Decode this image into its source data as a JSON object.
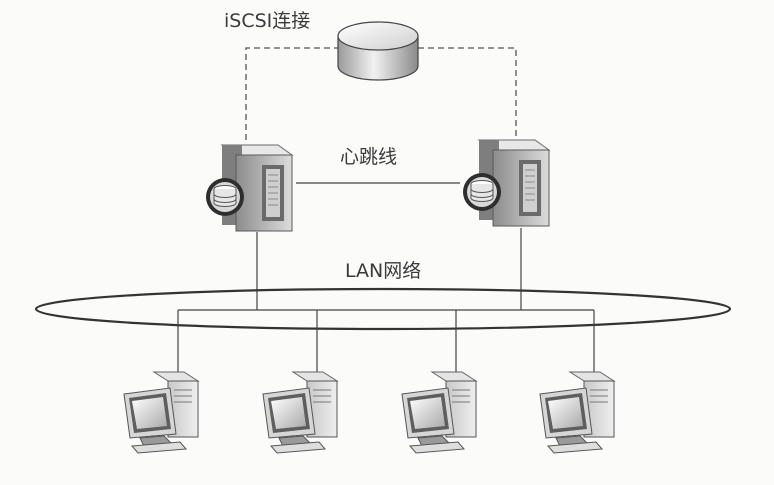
{
  "labels": {
    "iscsi": "iSCSI连接",
    "heartbeat": "心跳线",
    "lan": "LAN网络"
  }
}
